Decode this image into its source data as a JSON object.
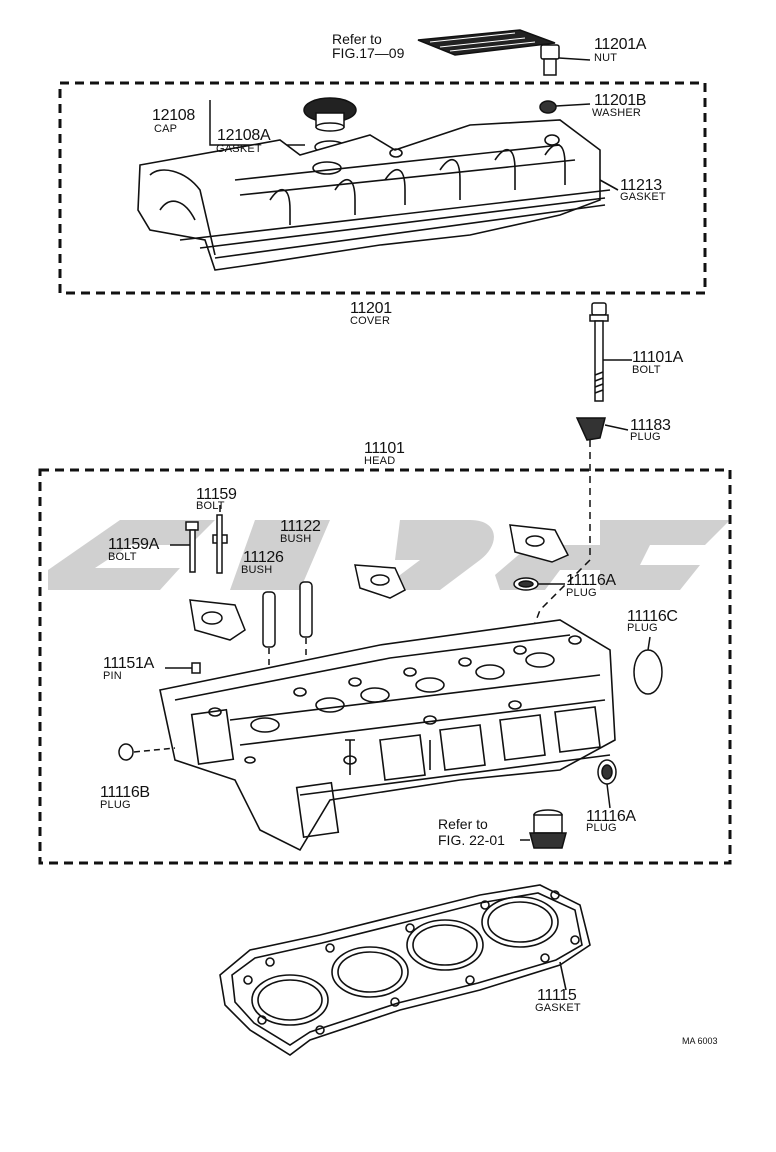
{
  "refs": {
    "fig17_line1": "Refer to",
    "fig17_line2": "FIG.17—09",
    "fig22_line1": "Refer to",
    "fig22_line2": "FIG. 22-01"
  },
  "parts": {
    "p11201A": {
      "num": "11201A",
      "name": "NUT"
    },
    "p12108": {
      "num": "12108",
      "name": "CAP"
    },
    "p12108A": {
      "num": "12108A",
      "name": "GASKET"
    },
    "p11201B": {
      "num": "11201B",
      "name": "WASHER"
    },
    "p11213": {
      "num": "11213",
      "name": "GASKET"
    },
    "p11201": {
      "num": "11201",
      "name": "COVER"
    },
    "p11101A": {
      "num": "11101A",
      "name": "BOLT"
    },
    "p11183": {
      "num": "11183",
      "name": "PLUG"
    },
    "p11101": {
      "num": "11101",
      "name": "HEAD"
    },
    "p11159": {
      "num": "11159",
      "name": "BOLT"
    },
    "p11159A": {
      "num": "11159A",
      "name": "BOLT"
    },
    "p11122": {
      "num": "11122",
      "name": "BUSH"
    },
    "p11126": {
      "num": "11126",
      "name": "BUSH"
    },
    "p11116A_top": {
      "num": "11116A",
      "name": "PLUG"
    },
    "p11116C": {
      "num": "11116C",
      "name": "PLUG"
    },
    "p11151A": {
      "num": "11151A",
      "name": "PIN"
    },
    "p11116B": {
      "num": "11116B",
      "name": "PLUG"
    },
    "p11116A_bot": {
      "num": "11116A",
      "name": "PLUG"
    },
    "p11115": {
      "num": "11115",
      "name": "GASKET"
    }
  },
  "drawing_code": "MA 6003"
}
